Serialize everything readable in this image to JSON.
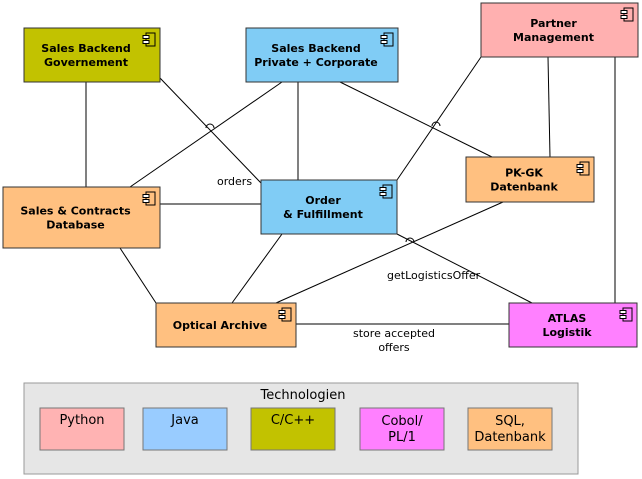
{
  "colors": {
    "python": "#ffb3b3",
    "java": "#99ccff",
    "c_cpp": "#c2c200",
    "cobol_pl1": "#ff80ff",
    "sql_db": "#ffc080",
    "legend_bg": "#e6e6e6",
    "java_component": "#80ccf5",
    "python_component": "#ffb0b0"
  },
  "components": [
    {
      "id": "sales-backend-gov",
      "lines": [
        "Sales Backend",
        "Governement"
      ],
      "tech": "c_cpp"
    },
    {
      "id": "sales-backend-private",
      "lines": [
        "Sales Backend",
        "Private + Corporate"
      ],
      "tech": "java"
    },
    {
      "id": "partner-management",
      "lines": [
        "Partner",
        "Management"
      ],
      "tech": "python"
    },
    {
      "id": "sales-contracts-db",
      "lines": [
        "Sales & Contracts",
        "Database"
      ],
      "tech": "sql_db"
    },
    {
      "id": "order-fulfillment",
      "lines": [
        "Order",
        "& Fulfillment"
      ],
      "tech": "java"
    },
    {
      "id": "pk-gk-datenbank",
      "lines": [
        "PK-GK",
        "Datenbank"
      ],
      "tech": "sql_db"
    },
    {
      "id": "optical-archive",
      "lines": [
        "Optical Archive"
      ],
      "tech": "sql_db"
    },
    {
      "id": "atlas-logistik",
      "lines": [
        "ATLAS",
        "Logistik"
      ],
      "tech": "cobol_pl1"
    }
  ],
  "connections": [
    {
      "from": "sales-backend-gov",
      "to": "sales-contracts-db"
    },
    {
      "from": "sales-backend-gov",
      "to": "order-fulfillment",
      "label": "orders"
    },
    {
      "from": "sales-backend-private",
      "to": "sales-contracts-db"
    },
    {
      "from": "sales-backend-private",
      "to": "order-fulfillment"
    },
    {
      "from": "sales-backend-private",
      "to": "pk-gk-datenbank"
    },
    {
      "from": "partner-management",
      "to": "order-fulfillment"
    },
    {
      "from": "partner-management",
      "to": "pk-gk-datenbank"
    },
    {
      "from": "partner-management",
      "to": "atlas-logistik"
    },
    {
      "from": "sales-contracts-db",
      "to": "order-fulfillment"
    },
    {
      "from": "sales-contracts-db",
      "to": "optical-archive"
    },
    {
      "from": "order-fulfillment",
      "to": "optical-archive"
    },
    {
      "from": "order-fulfillment",
      "to": "atlas-logistik",
      "label": "getLogisticsOffer"
    },
    {
      "from": "pk-gk-datenbank",
      "to": "optical-archive"
    },
    {
      "from": "optical-archive",
      "to": "atlas-logistik",
      "label": "store accepted offers"
    }
  ],
  "legend": {
    "title": "Technologien",
    "items": [
      {
        "key": "python",
        "lines": [
          "Python"
        ]
      },
      {
        "key": "java",
        "lines": [
          "Java"
        ]
      },
      {
        "key": "c_cpp",
        "lines": [
          "C/C++"
        ]
      },
      {
        "key": "cobol_pl1",
        "lines": [
          "Cobol/",
          "PL/1"
        ]
      },
      {
        "key": "sql_db",
        "lines": [
          "SQL,",
          "Datenbank"
        ]
      }
    ]
  }
}
